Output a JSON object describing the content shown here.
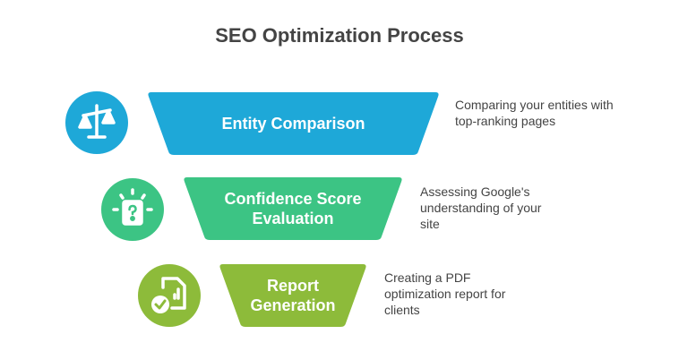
{
  "title": "SEO Optimization Process",
  "steps": [
    {
      "label": "Entity Comparison",
      "description": "Comparing your entities with top-ranking pages",
      "icon": "scales-icon",
      "color": "#1EA8D8"
    },
    {
      "label": "Confidence Score Evaluation",
      "description": "Assessing Google's understanding of your site",
      "icon": "question-box-icon",
      "color": "#3CC484"
    },
    {
      "label": "Report Generation",
      "description": "Creating a PDF optimization report for clients",
      "icon": "report-check-icon",
      "color": "#8DBB3A"
    }
  ]
}
